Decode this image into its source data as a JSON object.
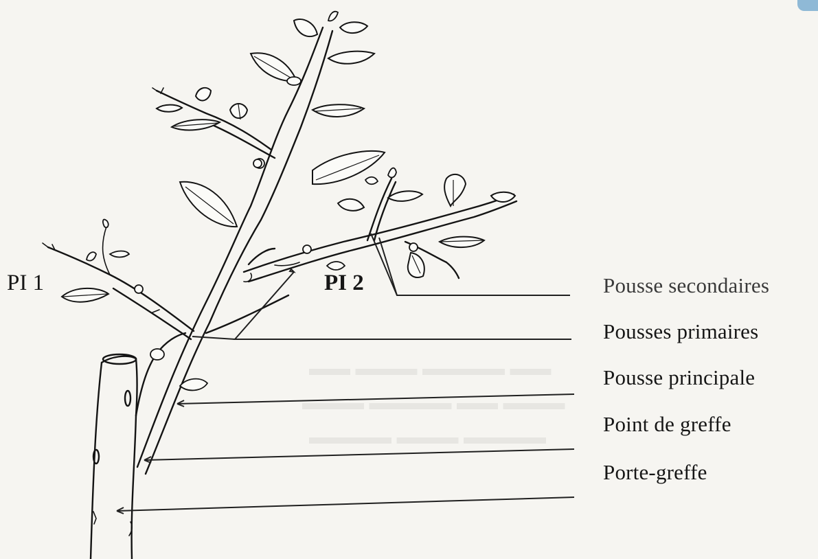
{
  "labels": {
    "pousse_secondaires": "Pousse secondaires",
    "pousses_primaires": "Pousses primaires",
    "pousse_principale": "Pousse principale",
    "point_de_greffe": "Point de greffe",
    "porte_greffe": "Porte-greffe",
    "pi1": "PI 1",
    "pi2": "PI 2"
  },
  "colors": {
    "ink": "#141414",
    "paper": "#f6f5f1",
    "corner_mark": "#8fb9d6"
  }
}
